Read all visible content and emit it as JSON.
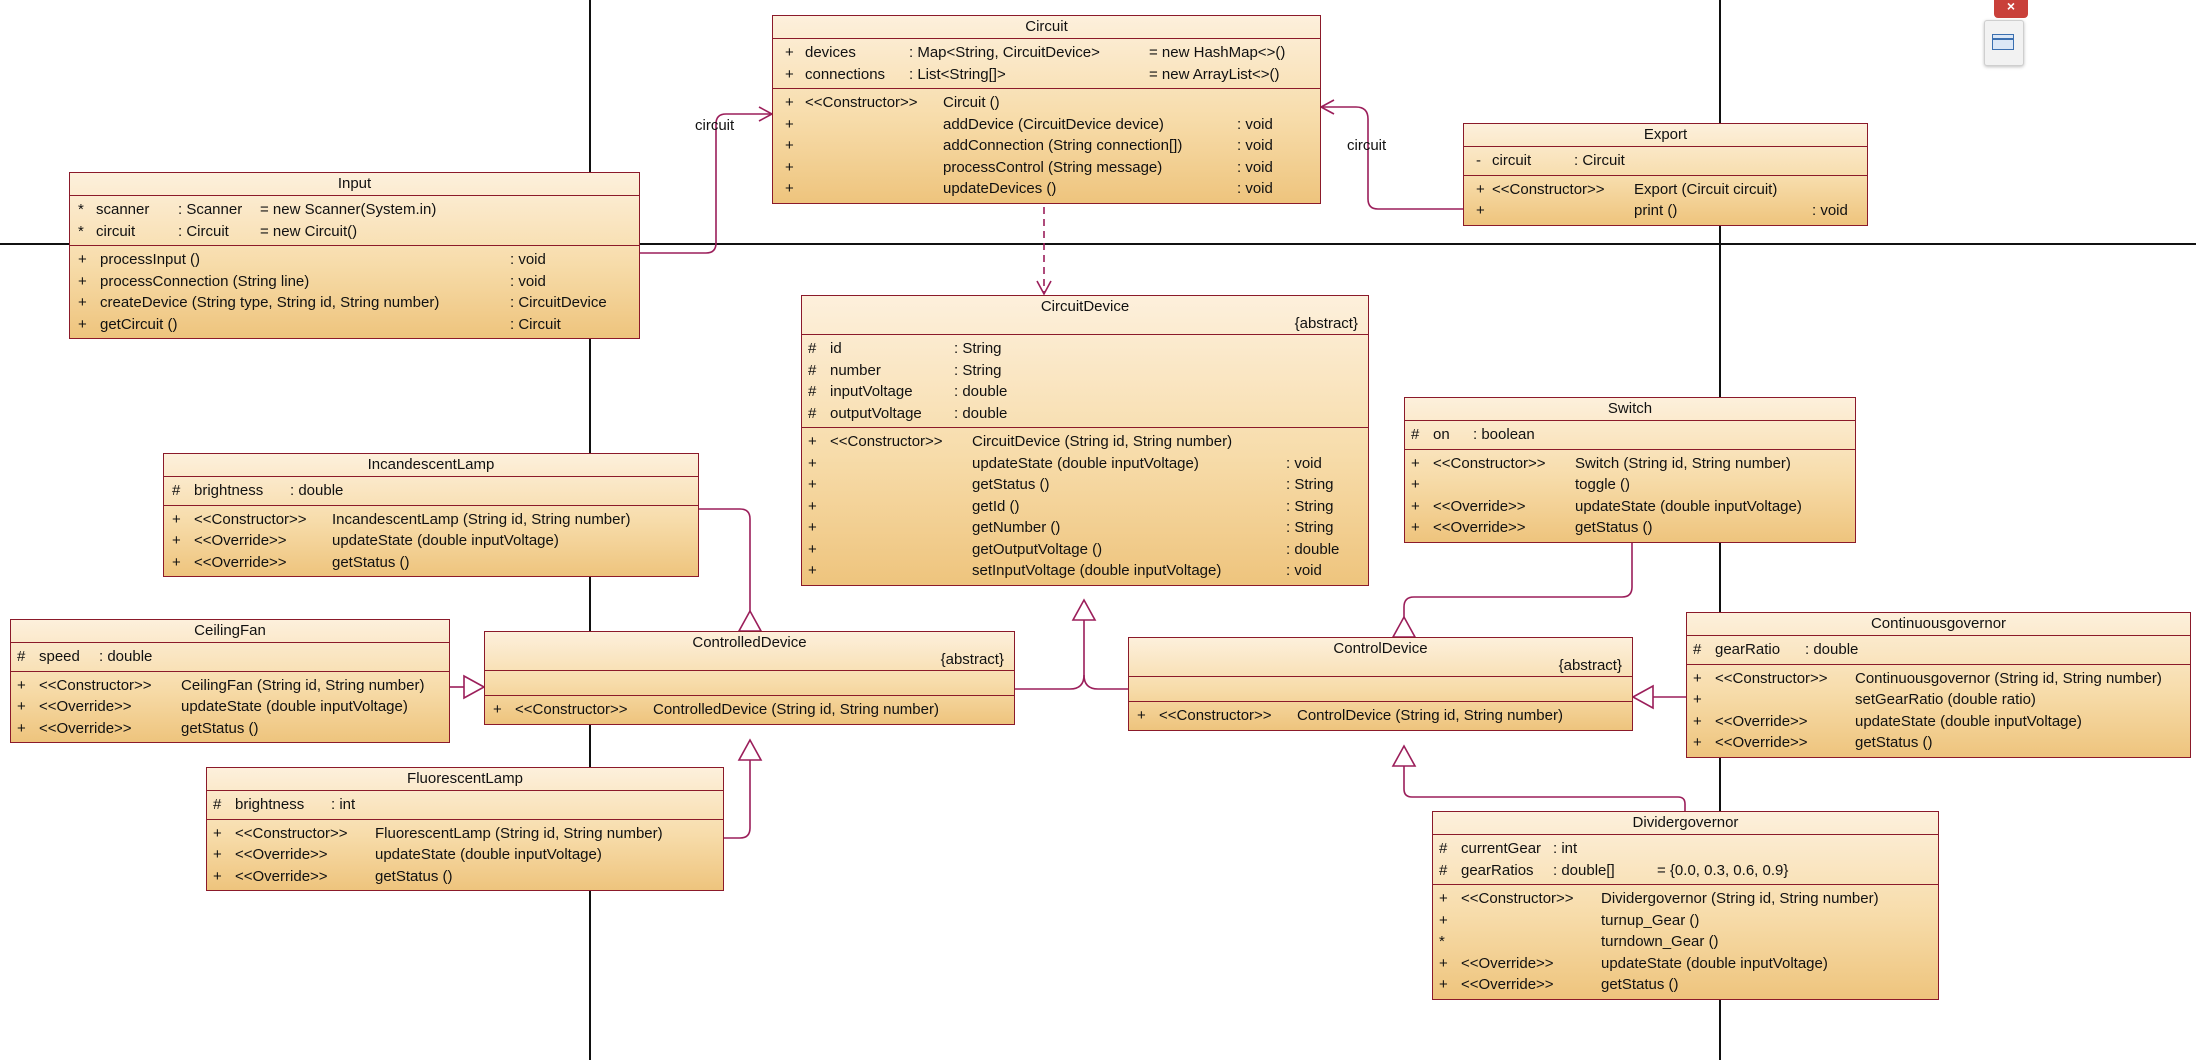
{
  "classes": {
    "circuit": {
      "name": "Circuit",
      "attrs": [
        [
          "+",
          "devices",
          ": Map<String, CircuitDevice>",
          "= new HashMap<>()"
        ],
        [
          "+",
          "connections",
          ": List<String[]>",
          "= new ArrayList<>()"
        ]
      ],
      "ops": [
        [
          "+",
          "<<Constructor>>",
          "Circuit ()",
          ""
        ],
        [
          "+",
          "",
          "addDevice (CircuitDevice device)",
          ": void"
        ],
        [
          "+",
          "",
          "addConnection (String connection[])",
          ": void"
        ],
        [
          "+",
          "",
          "processControl (String message)",
          ": void"
        ],
        [
          "+",
          "",
          "updateDevices ()",
          ": void"
        ]
      ]
    },
    "export": {
      "name": "Export",
      "attrs": [
        [
          "-",
          "circuit",
          ": Circuit",
          ""
        ]
      ],
      "ops": [
        [
          "+",
          "<<Constructor>>",
          "Export (Circuit circuit)",
          ""
        ],
        [
          "+",
          "",
          "print ()",
          ": void"
        ]
      ]
    },
    "input": {
      "name": "Input",
      "attrs": [
        [
          "*",
          "scanner",
          ": Scanner",
          "= new Scanner(System.in)"
        ],
        [
          "*",
          "circuit",
          ": Circuit",
          "= new Circuit()"
        ]
      ],
      "ops": [
        [
          "+",
          "processInput ()",
          "",
          ": void"
        ],
        [
          "+",
          "processConnection (String line)",
          "",
          ": void"
        ],
        [
          "+",
          "createDevice (String type, String id, String number)",
          "",
          ": CircuitDevice"
        ],
        [
          "+",
          "getCircuit ()",
          "",
          ": Circuit"
        ]
      ]
    },
    "circuitdevice": {
      "name": "CircuitDevice",
      "stereotype": "{abstract}",
      "attrs": [
        [
          "#",
          "id",
          ": String",
          ""
        ],
        [
          "#",
          "number",
          ": String",
          ""
        ],
        [
          "#",
          "inputVoltage",
          ": double",
          ""
        ],
        [
          "#",
          "outputVoltage",
          ": double",
          ""
        ]
      ],
      "ops": [
        [
          "+",
          "<<Constructor>>",
          "CircuitDevice (String id, String number)",
          ""
        ],
        [
          "+",
          "",
          "updateState (double inputVoltage)",
          ": void"
        ],
        [
          "+",
          "",
          "getStatus ()",
          ": String"
        ],
        [
          "+",
          "",
          "getId ()",
          ": String"
        ],
        [
          "+",
          "",
          "getNumber ()",
          ": String"
        ],
        [
          "+",
          "",
          "getOutputVoltage ()",
          ": double"
        ],
        [
          "+",
          "",
          "setInputVoltage (double inputVoltage)",
          ": void"
        ]
      ]
    },
    "switch": {
      "name": "Switch",
      "attrs": [
        [
          "#",
          "on",
          ": boolean",
          ""
        ]
      ],
      "ops": [
        [
          "+",
          "<<Constructor>>",
          "Switch (String id, String number)",
          ""
        ],
        [
          "+",
          "",
          "toggle ()",
          ""
        ],
        [
          "+",
          "<<Override>>",
          "updateState (double inputVoltage)",
          ""
        ],
        [
          "+",
          "<<Override>>",
          "getStatus ()",
          ""
        ]
      ]
    },
    "incandescentlamp": {
      "name": "IncandescentLamp",
      "attrs": [
        [
          "#",
          "brightness",
          ": double",
          ""
        ]
      ],
      "ops": [
        [
          "+",
          "<<Constructor>>",
          "IncandescentLamp (String id, String number)",
          ""
        ],
        [
          "+",
          "<<Override>>",
          "updateState (double inputVoltage)",
          ""
        ],
        [
          "+",
          "<<Override>>",
          "getStatus ()",
          ""
        ]
      ]
    },
    "ceilingfan": {
      "name": "CeilingFan",
      "attrs": [
        [
          "#",
          "speed",
          ": double",
          ""
        ]
      ],
      "ops": [
        [
          "+",
          "<<Constructor>>",
          "CeilingFan (String id, String number)",
          ""
        ],
        [
          "+",
          "<<Override>>",
          "updateState (double inputVoltage)",
          ""
        ],
        [
          "+",
          "<<Override>>",
          "getStatus ()",
          ""
        ]
      ]
    },
    "controlleddevice": {
      "name": "ControlledDevice",
      "stereotype": "{abstract}",
      "attrs": [],
      "ops": [
        [
          "+",
          "<<Constructor>>",
          "ControlledDevice (String id, String number)",
          ""
        ]
      ]
    },
    "fluorescentlamp": {
      "name": "FluorescentLamp",
      "attrs": [
        [
          "#",
          "brightness",
          ": int",
          ""
        ]
      ],
      "ops": [
        [
          "+",
          "<<Constructor>>",
          "FluorescentLamp (String id, String number)",
          ""
        ],
        [
          "+",
          "<<Override>>",
          "updateState (double inputVoltage)",
          ""
        ],
        [
          "+",
          "<<Override>>",
          "getStatus ()",
          ""
        ]
      ]
    },
    "controldevice": {
      "name": "ControlDevice",
      "stereotype": "{abstract}",
      "attrs": [],
      "ops": [
        [
          "+",
          "<<Constructor>>",
          "ControlDevice (String id, String number)",
          ""
        ]
      ]
    },
    "continuousgovernor": {
      "name": "Continuousgovernor",
      "attrs": [
        [
          "#",
          "gearRatio",
          ": double",
          ""
        ]
      ],
      "ops": [
        [
          "+",
          "<<Constructor>>",
          "Continuousgovernor (String id, String number)",
          ""
        ],
        [
          "+",
          "",
          "setGearRatio (double ratio)",
          ""
        ],
        [
          "+",
          "<<Override>>",
          "updateState (double inputVoltage)",
          ""
        ],
        [
          "+",
          "<<Override>>",
          "getStatus ()",
          ""
        ]
      ]
    },
    "dividergovernor": {
      "name": "Dividergovernor",
      "attrs": [
        [
          "#",
          "currentGear",
          ": int",
          ""
        ],
        [
          "#",
          "gearRatios",
          ": double[]",
          "= {0.0, 0.3, 0.6, 0.9}"
        ]
      ],
      "ops": [
        [
          "+",
          "<<Constructor>>",
          "Dividergovernor (String id, String number)",
          ""
        ],
        [
          "+",
          "",
          "turnup_Gear ()",
          ""
        ],
        [
          "*",
          "",
          "turndown_Gear ()",
          ""
        ],
        [
          "+",
          "<<Override>>",
          "updateState (double inputVoltage)",
          ""
        ],
        [
          "+",
          "<<Override>>",
          "getStatus ()",
          ""
        ]
      ]
    }
  },
  "labels": {
    "input_circuit": "circuit",
    "export_circuit": "circuit"
  },
  "window": {
    "close_glyph": "×",
    "icon_name": "panel-icon"
  },
  "colors": {
    "border": "#8b1a2a",
    "fill_top": "#fdf0dc",
    "fill_bottom": "#eec47d",
    "relation_line": "#9b1e5a"
  }
}
